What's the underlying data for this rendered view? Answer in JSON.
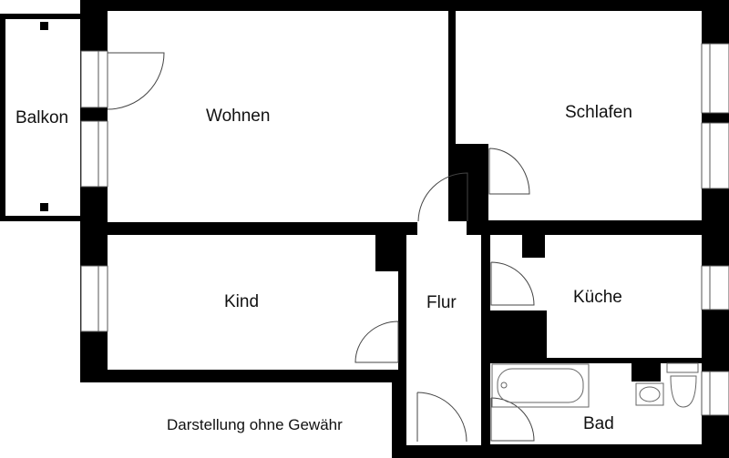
{
  "floorplan": {
    "rooms": [
      {
        "key": "balkon",
        "label": "Balkon"
      },
      {
        "key": "wohnen",
        "label": "Wohnen"
      },
      {
        "key": "schlafen",
        "label": "Schlafen"
      },
      {
        "key": "kind",
        "label": "Kind"
      },
      {
        "key": "flur",
        "label": "Flur"
      },
      {
        "key": "kueche",
        "label": "Küche"
      },
      {
        "key": "bad",
        "label": "Bad"
      }
    ],
    "disclaimer": "Darstellung ohne Gewähr"
  },
  "colors": {
    "wall": "#000000",
    "floor": "#ffffff",
    "line": "#555555",
    "fixture": "#666666"
  }
}
